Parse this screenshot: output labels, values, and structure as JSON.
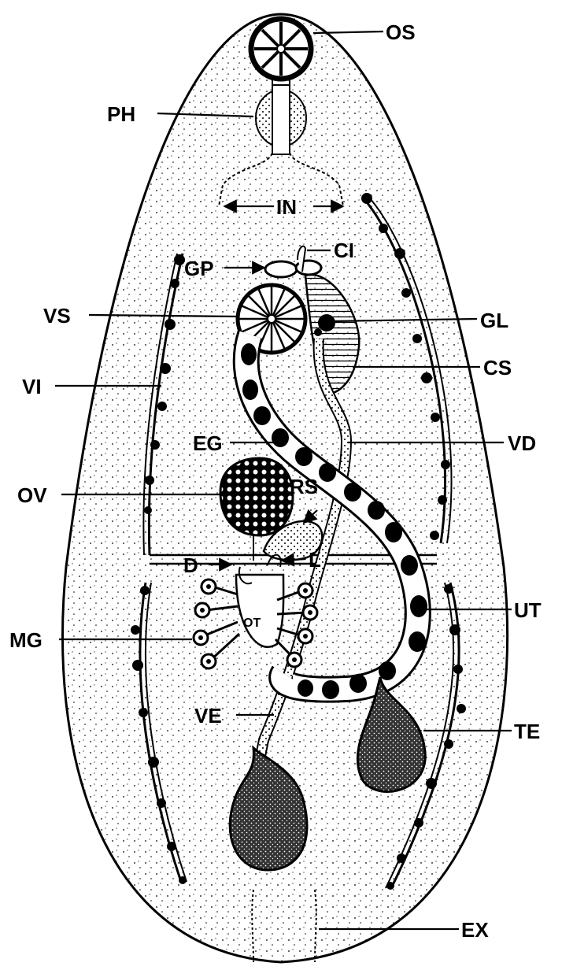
{
  "labels": {
    "os": "OS",
    "ph": "PH",
    "in": "IN",
    "ci": "CI",
    "gp": "GP",
    "vs": "VS",
    "gl": "GL",
    "cs": "CS",
    "vi": "VI",
    "eg": "EG",
    "vd": "VD",
    "ov": "OV",
    "rs": "RS",
    "d": "D",
    "l": "L",
    "ut": "UT",
    "mg": "MG",
    "ot": "OT",
    "ve": "VE",
    "te": "TE",
    "ex": "EX"
  }
}
